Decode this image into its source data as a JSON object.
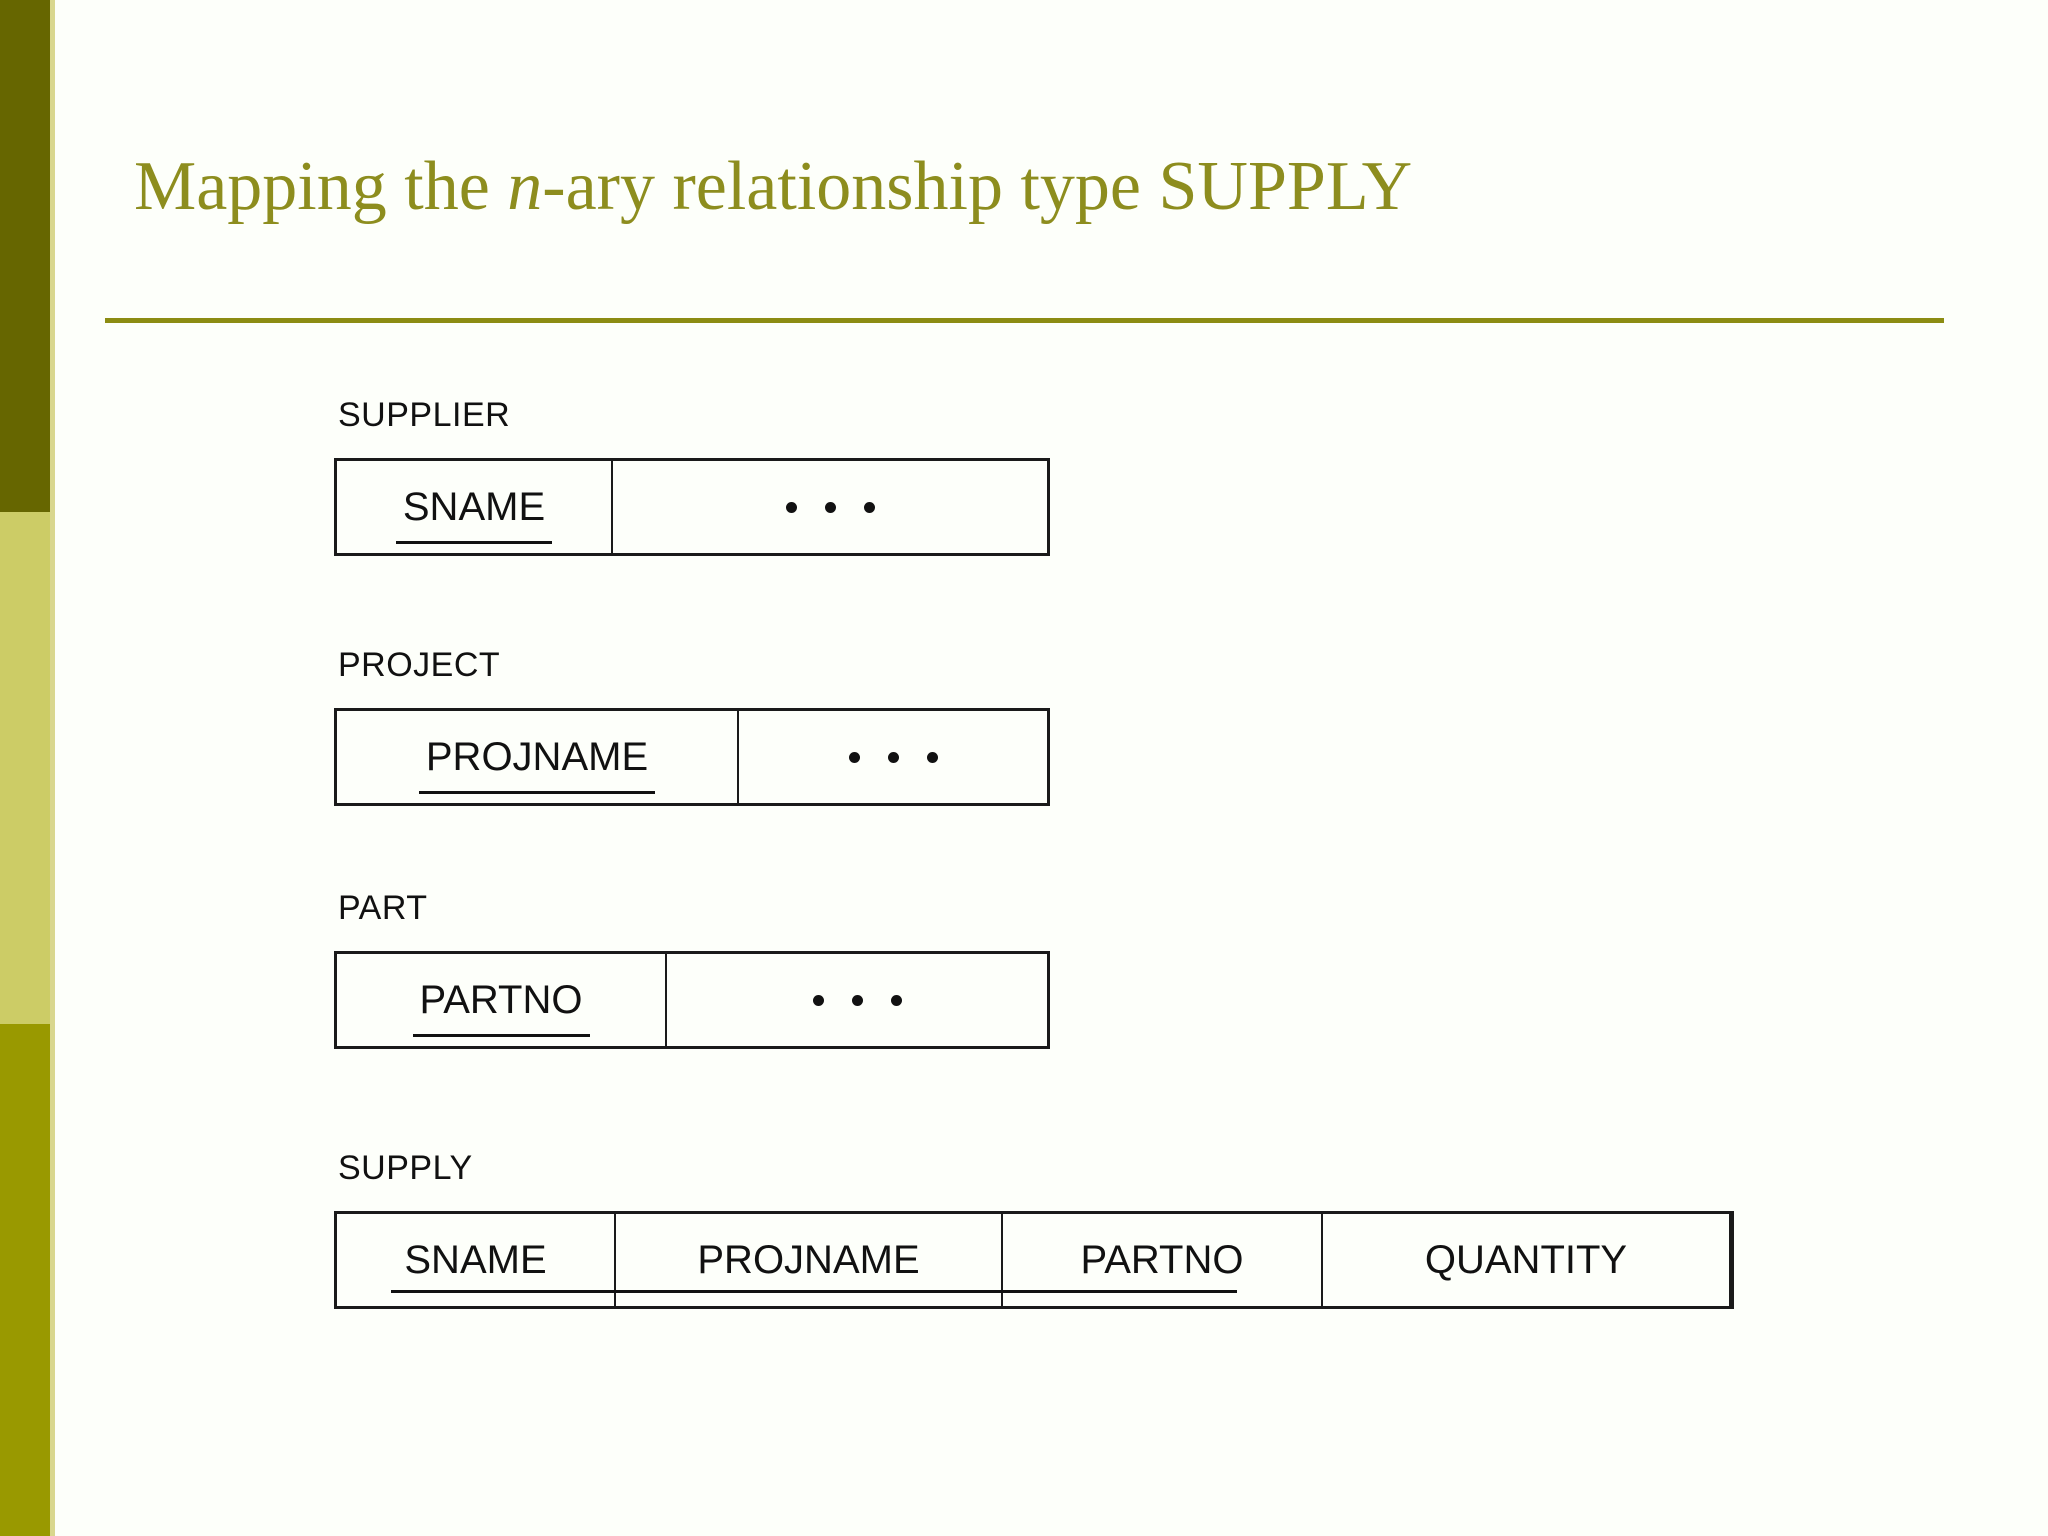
{
  "slide_title": {
    "text_before_italic": "Mapping the ",
    "italic_text": "n",
    "text_after_italic": "-ary relationship type SUPPLY"
  },
  "colors": {
    "page_bg": "#FDFFFA",
    "title_olive": "#8D8D1E",
    "rule_olive": "#8C8C12",
    "sidebar_dark_olive": "#666600",
    "sidebar_light_olive": "#CCCC66",
    "sidebar_medium_olive": "#999900",
    "sidebar_stripe_pale": "#D9D78E",
    "diagram_text": "#111111"
  },
  "relations": [
    {
      "name": "SUPPLIER",
      "attributes": [
        {
          "label": "SNAME",
          "is_key": true
        },
        {
          "label": "…",
          "is_ellipsis": true,
          "icon": "ellipsis-dots-icon"
        }
      ]
    },
    {
      "name": "PROJECT",
      "attributes": [
        {
          "label": "PROJNAME",
          "is_key": true
        },
        {
          "label": "…",
          "is_ellipsis": true,
          "icon": "ellipsis-dots-icon"
        }
      ]
    },
    {
      "name": "PART",
      "attributes": [
        {
          "label": "PARTNO",
          "is_key": true
        },
        {
          "label": "…",
          "is_ellipsis": true,
          "icon": "ellipsis-dots-icon"
        }
      ]
    },
    {
      "name": "SUPPLY",
      "attributes": [
        {
          "label": "SNAME",
          "is_key": true
        },
        {
          "label": "PROJNAME",
          "is_key": true
        },
        {
          "label": "PARTNO",
          "is_key": true
        },
        {
          "label": "QUANTITY",
          "is_key": false
        }
      ]
    }
  ]
}
